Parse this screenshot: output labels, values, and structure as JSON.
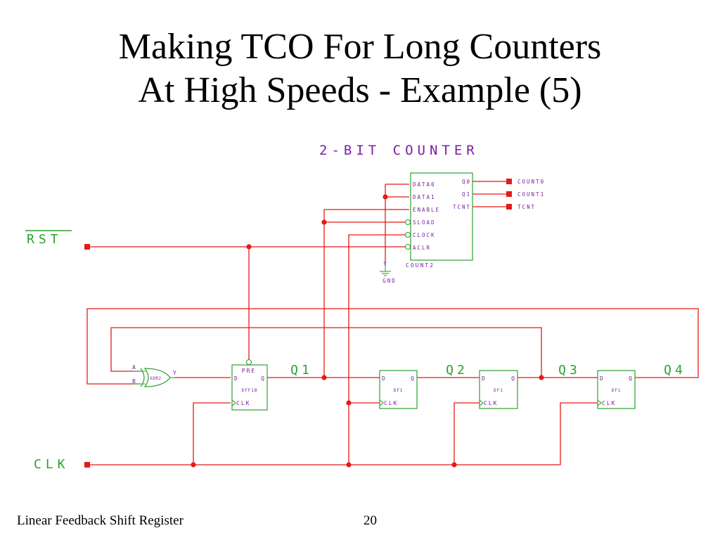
{
  "slide": {
    "title_line1": "Making TCO For Long Counters",
    "title_line2": "At High Speeds - Example (5)",
    "footer_text": "Linear Feedback Shift Register",
    "page_number": "20"
  },
  "schematic": {
    "colors": {
      "wire": "#e41b17",
      "component": "#2ea02e",
      "pin": "#7a1fa2"
    },
    "counter": {
      "heading": "2-BIT COUNTER",
      "part_name": "COUNT2",
      "inputs": [
        "DATA0",
        "DATA1",
        "ENABLE",
        "SLOAD",
        "CLOCK",
        "ACLR"
      ],
      "outputs": [
        "Q0",
        "Q1",
        "TCNT"
      ],
      "output_ports": [
        "COUNT0",
        "COUNT1",
        "TCNT"
      ],
      "gnd_pin": "Y",
      "gnd_label": "GND"
    },
    "ports": {
      "rst": "RST",
      "clk": "CLK"
    },
    "xor_gate": {
      "name": "XOR2",
      "in_a": "A",
      "in_b": "B",
      "out": "Y"
    },
    "flipflops": [
      {
        "name": "DFF1B",
        "d": "D",
        "q": "Q",
        "clk": "CLK",
        "pre": "PRE"
      },
      {
        "name": "DF1",
        "d": "D",
        "q": "Q",
        "clk": "CLK"
      },
      {
        "name": "DF1",
        "d": "D",
        "q": "Q",
        "clk": "CLK"
      },
      {
        "name": "DF1",
        "d": "D",
        "q": "Q",
        "clk": "CLK"
      }
    ],
    "net_labels": [
      "Q1",
      "Q2",
      "Q3",
      "Q4"
    ]
  }
}
